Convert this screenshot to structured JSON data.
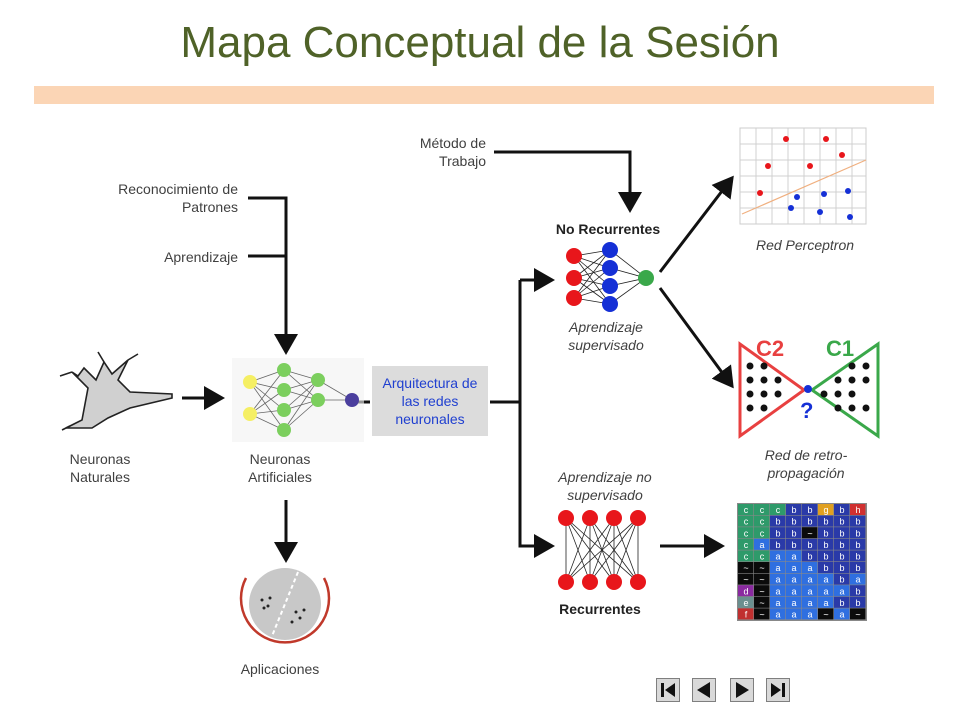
{
  "title": "Mapa Conceptual de la Sesión",
  "labels": {
    "reconocimiento": "Reconocimiento de Patrones",
    "aprendizaje": "Aprendizaje",
    "metodo": "Método de Trabajo",
    "no_recurrentes": "No Recurrentes",
    "aprendizaje_supervisado": "Aprendizaje supervisado",
    "red_perceptron": "Red Perceptron",
    "arquitectura": "Arquitectura de las redes neuronales",
    "neuronas_naturales": "Neuronas Naturales",
    "neuronas_artificiales": "Neuronas Artificiales",
    "red_retro": "Red de retro-propagación",
    "aprendizaje_no_supervisado": "Aprendizaje no supervisado",
    "recurrentes": "Recurrentes",
    "aplicaciones": "Aplicaciones"
  },
  "retro_graphic": {
    "c2": "C2",
    "c1": "C1",
    "question": "?"
  },
  "grid_letters": [
    [
      "c",
      "c",
      "c",
      "b",
      "b",
      "g",
      "b",
      "h"
    ],
    [
      "c",
      "c",
      "b",
      "b",
      "b",
      "b",
      "b",
      "b"
    ],
    [
      "c",
      "c",
      "b",
      "b",
      "~",
      "b",
      "b",
      "b"
    ],
    [
      "c",
      "a",
      "b",
      "b",
      "b",
      "b",
      "b",
      "b"
    ],
    [
      "c",
      "c",
      "a",
      "a",
      "b",
      "b",
      "b",
      "b"
    ],
    [
      "~",
      "~",
      "a",
      "a",
      "a",
      "b",
      "b",
      "b"
    ],
    [
      "~",
      "~",
      "a",
      "a",
      "a",
      "a",
      "b",
      "a"
    ],
    [
      "d",
      "~",
      "a",
      "a",
      "a",
      "a",
      "a",
      "b"
    ],
    [
      "e",
      "~",
      "a",
      "a",
      "a",
      "a",
      "b",
      "b"
    ],
    [
      "f",
      "~",
      "a",
      "a",
      "a",
      "~",
      "a",
      "~"
    ]
  ],
  "nav": {
    "first": "first-icon",
    "prev": "prev-icon",
    "next": "next-icon",
    "last": "last-icon"
  },
  "colors": {
    "title": "#4f6228",
    "bar": "#fbd5b5",
    "arch_text": "#1f3fd0",
    "red": "#e8161b",
    "blue": "#1530d6",
    "green": "#3aa84a"
  }
}
